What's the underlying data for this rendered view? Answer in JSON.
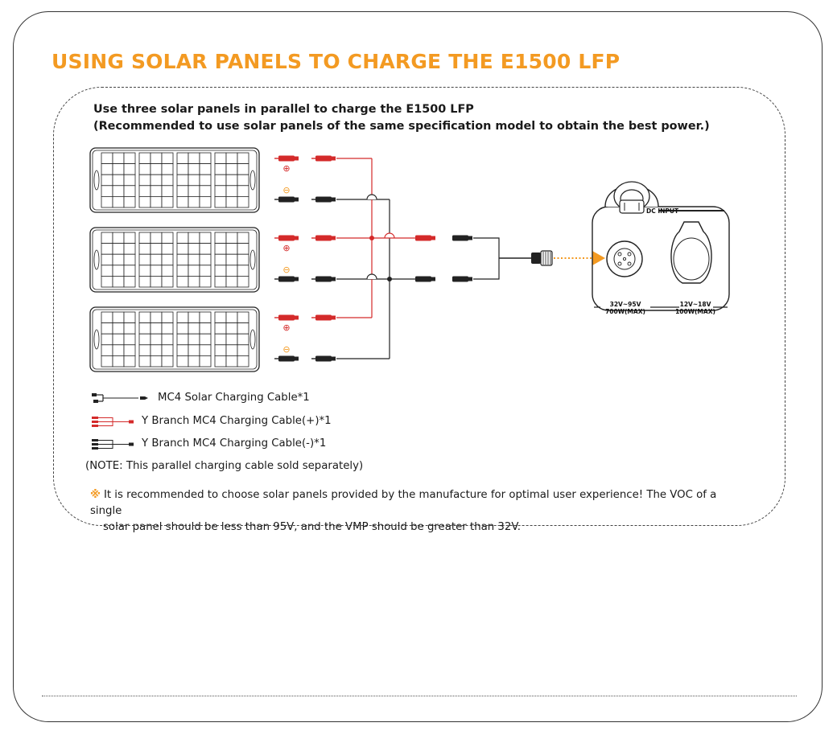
{
  "page": {
    "title": "USING SOLAR PANELS TO CHARGE THE E1500 LFP"
  },
  "intro": {
    "line1": "Use three solar panels in parallel to charge the E1500 LFP",
    "line2": "(Recommended to use solar panels of the same specification model to obtain the best power.)"
  },
  "diagram": {
    "panel_count": 3,
    "plus_symbol": "⊕",
    "minus_symbol": "⊖",
    "device": {
      "dc_input_label": "DC INPUT",
      "port1_voltage": "32V~95V",
      "port1_power": "700W(MAX)",
      "port2_voltage": "12V~18V",
      "port2_power": "100W(MAX)"
    },
    "colors": {
      "positive_wire": "#d42a2a",
      "negative_wire": "#222222",
      "arrow": "#f39a22"
    }
  },
  "legend": [
    {
      "label": "MC4 Solar Charging Cable*1",
      "icon": "mc4-cable-icon"
    },
    {
      "label": "Y Branch MC4 Charging Cable(+)*1",
      "icon": "y-branch-positive-icon"
    },
    {
      "label": "Y Branch MC4 Charging Cable(-)*1",
      "icon": "y-branch-negative-icon"
    }
  ],
  "note": "(NOTE:  This parallel charging cable sold separately)",
  "warning": {
    "mark": "※",
    "line1": "It is recommended to choose solar panels provided by the manufacture for optimal user experience! The VOC of a single",
    "line2": "solar panel should be less than 95V, and the VMP should be greater than 32V."
  },
  "colors": {
    "accent": "#f39a22",
    "frame": "#333333"
  }
}
